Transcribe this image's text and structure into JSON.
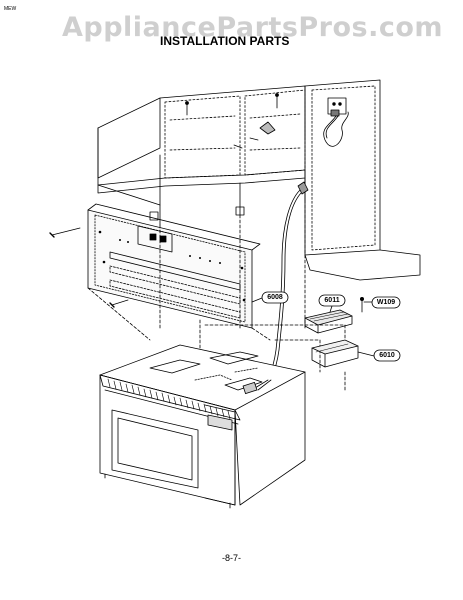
{
  "header": {
    "watermark": "AppliancePartsPros.com",
    "title": "INSTALLATION PARTS",
    "corner_code": "MEW"
  },
  "callouts": [
    {
      "id": "6008",
      "label": "6008"
    },
    {
      "id": "6011",
      "label": "6011"
    },
    {
      "id": "W109",
      "label": "W109"
    },
    {
      "id": "6010",
      "label": "6010"
    }
  ],
  "footer": {
    "page_number": "-8-7-"
  }
}
